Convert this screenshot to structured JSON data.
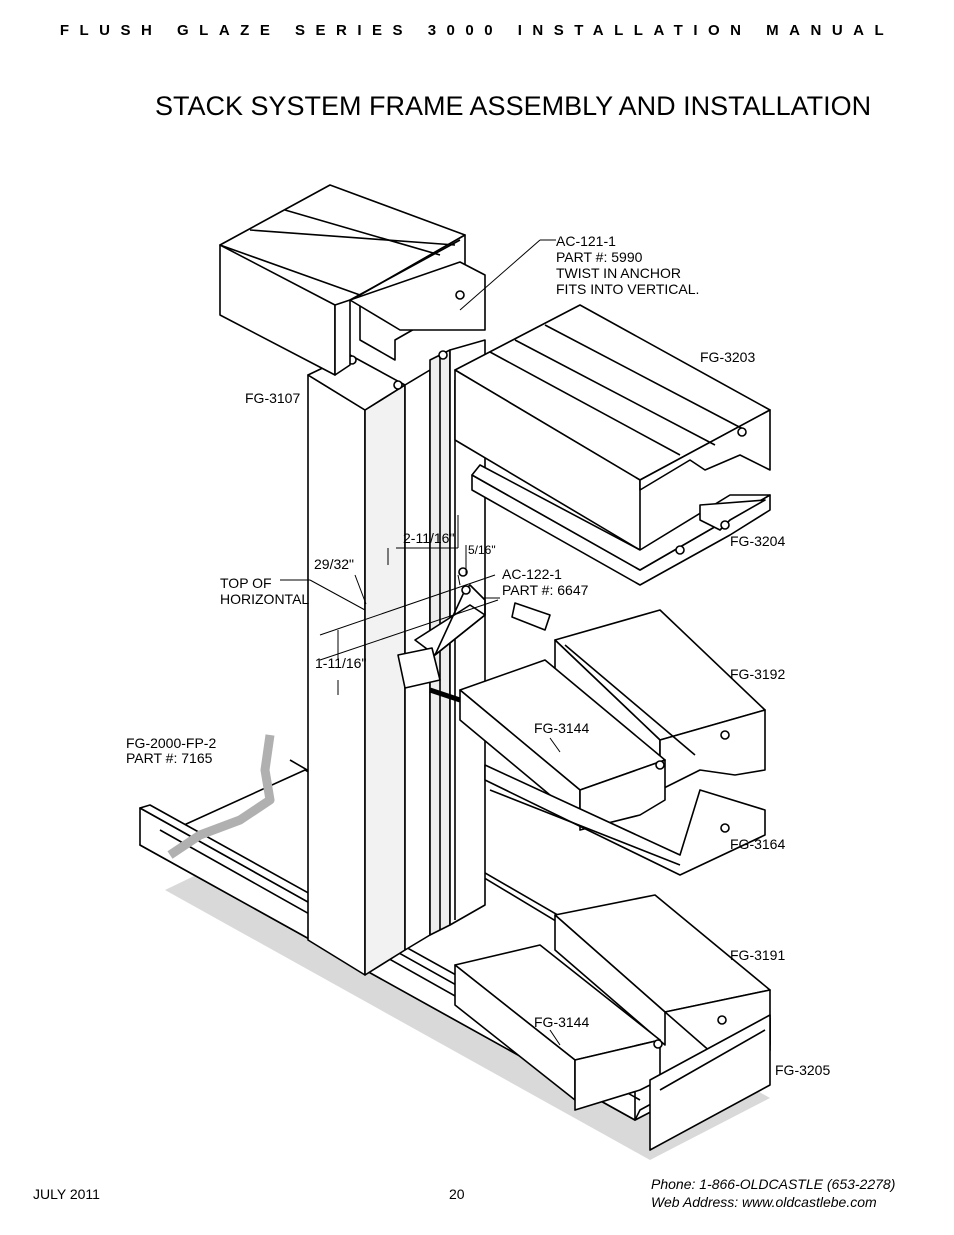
{
  "header": {
    "manual_title": "FLUSH GLAZE SERIES 3000 INSTALLATION MANUAL"
  },
  "page": {
    "title": "STACK SYSTEM FRAME ASSEMBLY AND INSTALLATION"
  },
  "labels": {
    "anchor_121": [
      "AC-121-1",
      "PART #: 5990",
      "TWIST IN ANCHOR",
      "FITS INTO VERTICAL."
    ],
    "fg3203": "FG-3203",
    "fg3107": "FG-3107",
    "fg3204": "FG-3204",
    "dim_2_11_16": "2-11/16\"",
    "dim_5_16": "5/16\"",
    "dim_29_32": "29/32\"",
    "anchor_122": [
      "AC-122-1",
      "PART #: 6647"
    ],
    "top_of_horizontal": [
      "TOP OF",
      "HORIZONTAL"
    ],
    "dim_1_11_16": "1-11/16\"",
    "fg3192": "FG-3192",
    "fg3144_upper": "FG-3144",
    "fg2000": [
      "FG-2000-FP-2",
      "PART #: 7165"
    ],
    "fg3164": "FG-3164",
    "fg3191": "FG-3191",
    "fg3144_lower": "FG-3144",
    "fg3205": "FG-3205"
  },
  "footer": {
    "date": "JULY 2011",
    "page_number": "20",
    "phone": "Phone: 1-866-OLDCASTLE (653-2278)",
    "web": "Web Address: www.oldcastlebe.com"
  }
}
